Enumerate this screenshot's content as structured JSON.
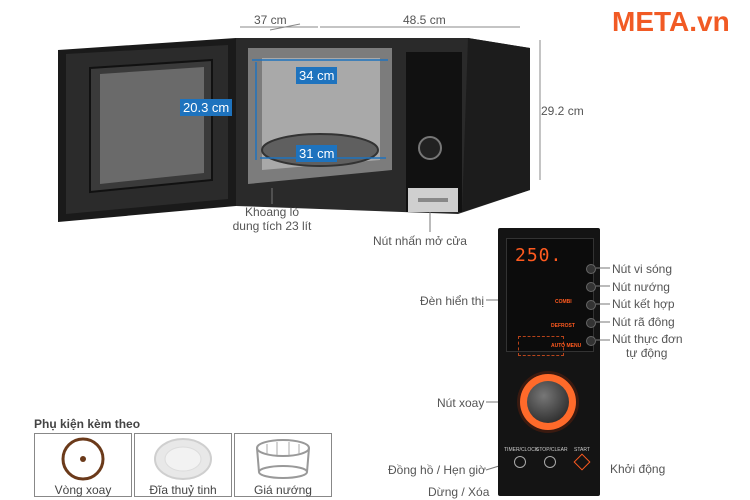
{
  "brand": {
    "logo_text": "META.vn",
    "logo_color": "#f15a24"
  },
  "dimensions": {
    "depth": "37 cm",
    "width": "48.5 cm",
    "height": "29.2 cm",
    "cavity_width": "34 cm",
    "cavity_height": "20.3 cm",
    "plate_diameter": "31 cm"
  },
  "callouts": {
    "capacity_line1": "Khoang lò",
    "capacity_line2": "dung tích 23 lít",
    "door_button": "Nút nhấn mở cửa"
  },
  "panel": {
    "display_text": "250.",
    "labels": {
      "microwave": "Nút vi sóng",
      "grill": "Nút nướng",
      "combo": "Nút kết hợp",
      "defrost": "Nút rã đông",
      "auto_menu_line1": "Nút thực đơn",
      "auto_menu_line2": "tự động",
      "display": "Đèn hiển thị",
      "dial": "Nút xoay",
      "clock": "Đồng hồ / Hẹn giờ",
      "start": "Khởi động",
      "stop": "Dừng / Xóa"
    },
    "indicators": [
      "COMBI",
      "DEFROST",
      "AUTO MENU"
    ],
    "bottom_buttons": [
      "TIMER/CLOCK",
      "STOP/CLEAR",
      "START"
    ]
  },
  "accessories": {
    "title": "Phụ kiện kèm theo",
    "items": [
      {
        "label": "Vòng xoay",
        "icon": "roller-ring-icon"
      },
      {
        "label": "Đĩa thuỷ tinh",
        "icon": "glass-plate-icon"
      },
      {
        "label": "Giá nướng",
        "icon": "grill-rack-icon"
      }
    ]
  },
  "colors": {
    "accent_blue": "#1e73be",
    "display_orange": "#ff5a1f"
  }
}
